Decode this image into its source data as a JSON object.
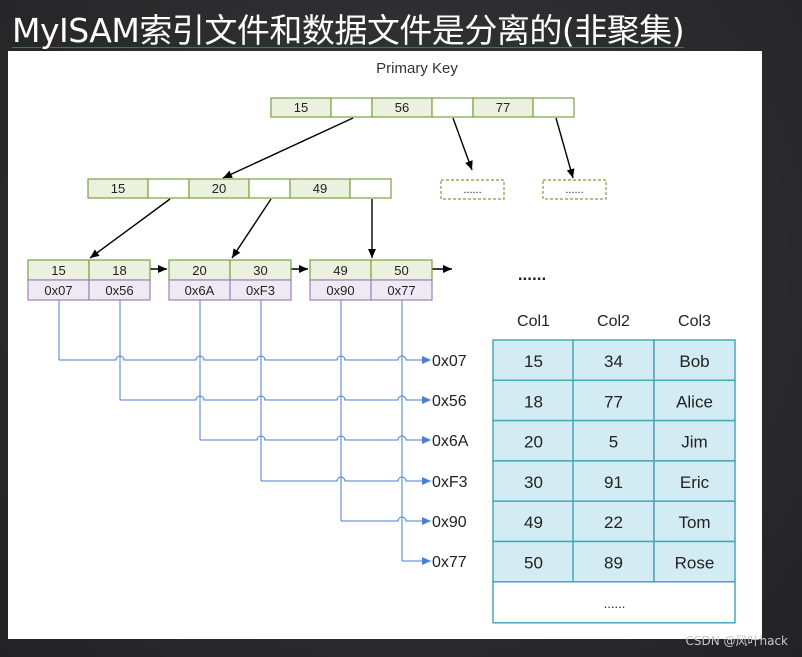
{
  "title": "MyISAM索引文件和数据文件是分离的(非聚集)",
  "diagram_title": "Primary Key",
  "root_keys": [
    "15",
    "56",
    "77"
  ],
  "mid_keys": [
    "15",
    "20",
    "49"
  ],
  "placeholder": "......",
  "ellipsis_leaf": "......",
  "leaves": [
    {
      "keys": [
        "15",
        "18"
      ],
      "addrs": [
        "0x07",
        "0x56"
      ]
    },
    {
      "keys": [
        "20",
        "30"
      ],
      "addrs": [
        "0x6A",
        "0xF3"
      ]
    },
    {
      "keys": [
        "49",
        "50"
      ],
      "addrs": [
        "0x90",
        "0x77"
      ]
    }
  ],
  "pointer_labels": [
    "0x07",
    "0x56",
    "0x6A",
    "0xF3",
    "0x90",
    "0x77"
  ],
  "table": {
    "headers": [
      "Col1",
      "Col2",
      "Col3"
    ],
    "rows": [
      [
        "15",
        "34",
        "Bob"
      ],
      [
        "18",
        "77",
        "Alice"
      ],
      [
        "20",
        "5",
        "Jim"
      ],
      [
        "30",
        "91",
        "Eric"
      ],
      [
        "49",
        "22",
        "Tom"
      ],
      [
        "50",
        "89",
        "Rose"
      ]
    ],
    "footer": "......"
  },
  "watermark": "CSDN @风叶hack",
  "colors": {
    "key_fill": "#ebf1de",
    "key_border": "#77a33f",
    "addr_fill": "#efe9f4",
    "addr_border": "#9c83b8",
    "pointer_line": "#4a7fd0",
    "table_fill": "#d3ebf2",
    "table_border": "#4aa8b8"
  }
}
